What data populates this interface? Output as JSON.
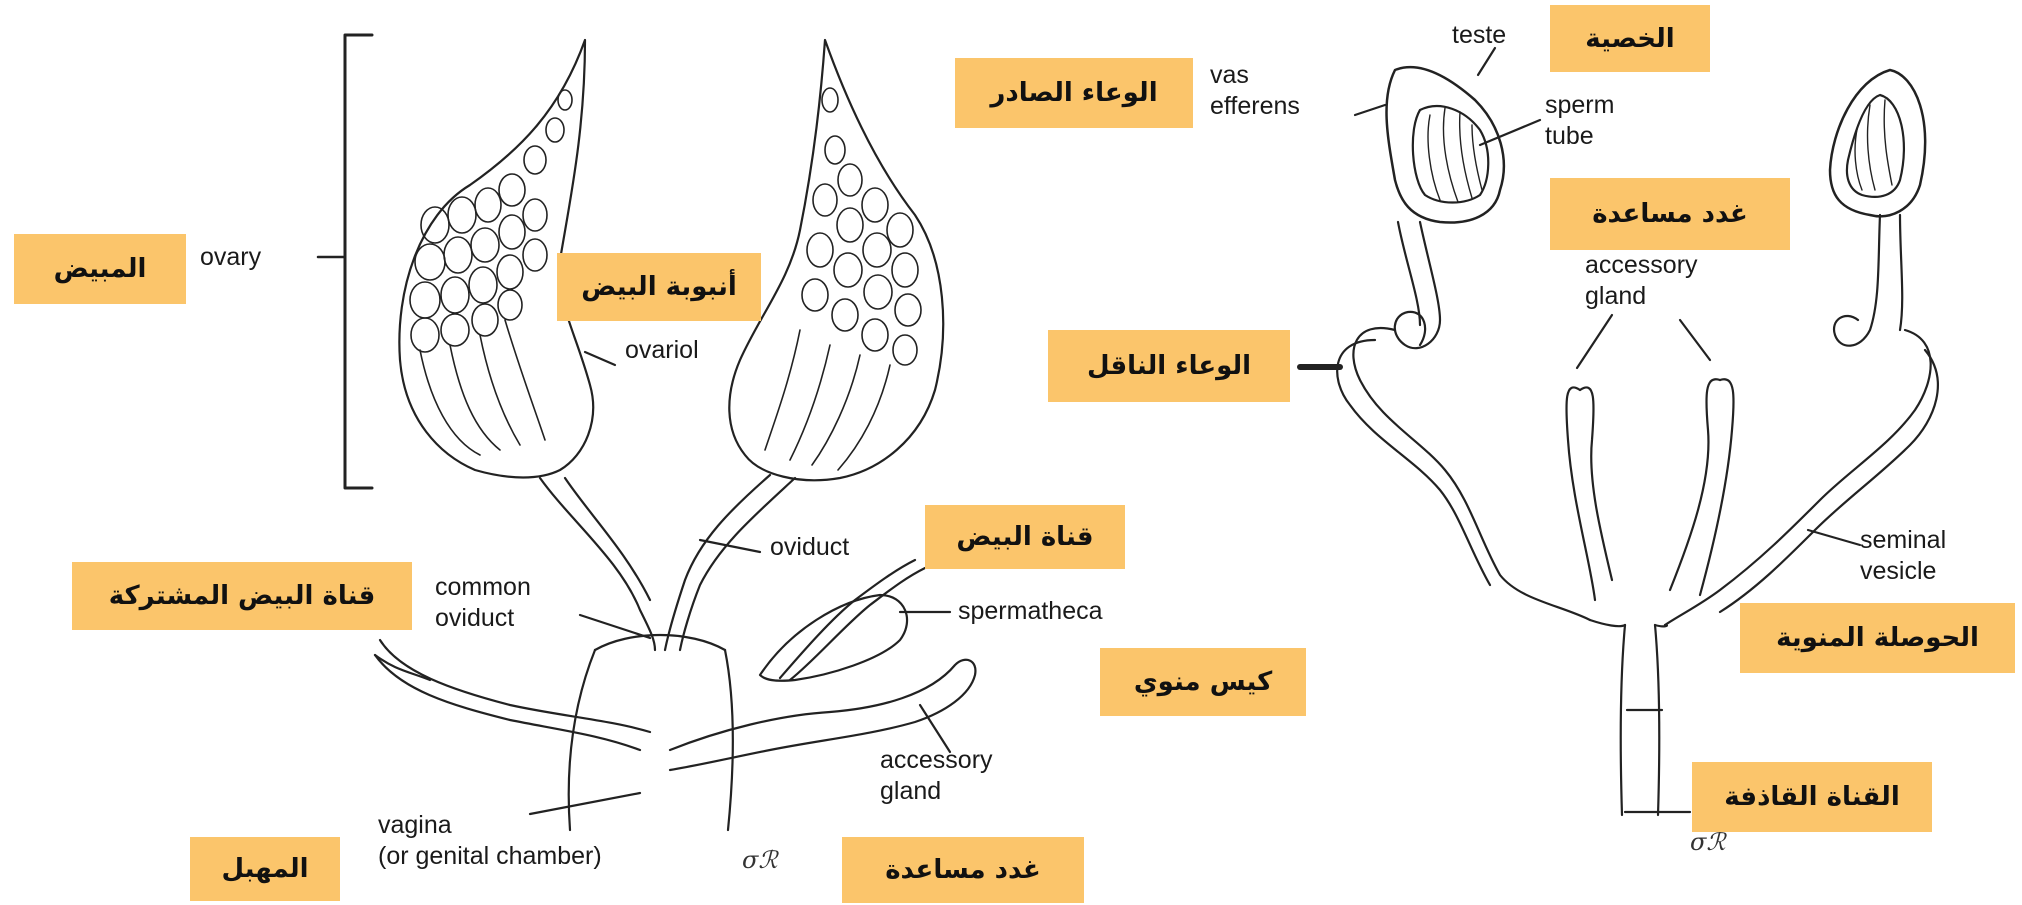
{
  "female": {
    "labels": {
      "ovary": "ovary",
      "ovariol": "ovariol",
      "oviduct": "oviduct",
      "common_oviduct": "common\noviduct",
      "spermatheca": "spermatheca",
      "accessory_gland": "accessory\ngland",
      "vagina": "vagina\n(or genital chamber)"
    },
    "arabic": {
      "ovary": "المبيض",
      "ovariole": "أنبوبة البيض",
      "oviduct": "قناة البيض",
      "common_oviduct": "قناة البيض المشتركة",
      "spermatheca": "كيس منوي",
      "vagina": "المهبل",
      "accessory_gland": "غدد مساعدة"
    }
  },
  "male": {
    "labels": {
      "teste": "teste",
      "vas_efferens": "vas\nefferens",
      "sperm_tube": "sperm\ntube",
      "accessory_gland": "accessory\ngland",
      "seminal_vesicle": "seminal\nvesicle"
    },
    "arabic": {
      "teste": "الخصية",
      "vas_efferens": "الوعاء الصادر",
      "accessory_gland": "غدد مساعدة",
      "vas_deferens": "الوعاء الناقل",
      "seminal_vesicle": "الحوصلة المنوية",
      "ejaculatory_duct": "القناة القاذفة"
    }
  },
  "colors": {
    "label_box": "#fbc56b",
    "ink": "#1a1a1a"
  }
}
